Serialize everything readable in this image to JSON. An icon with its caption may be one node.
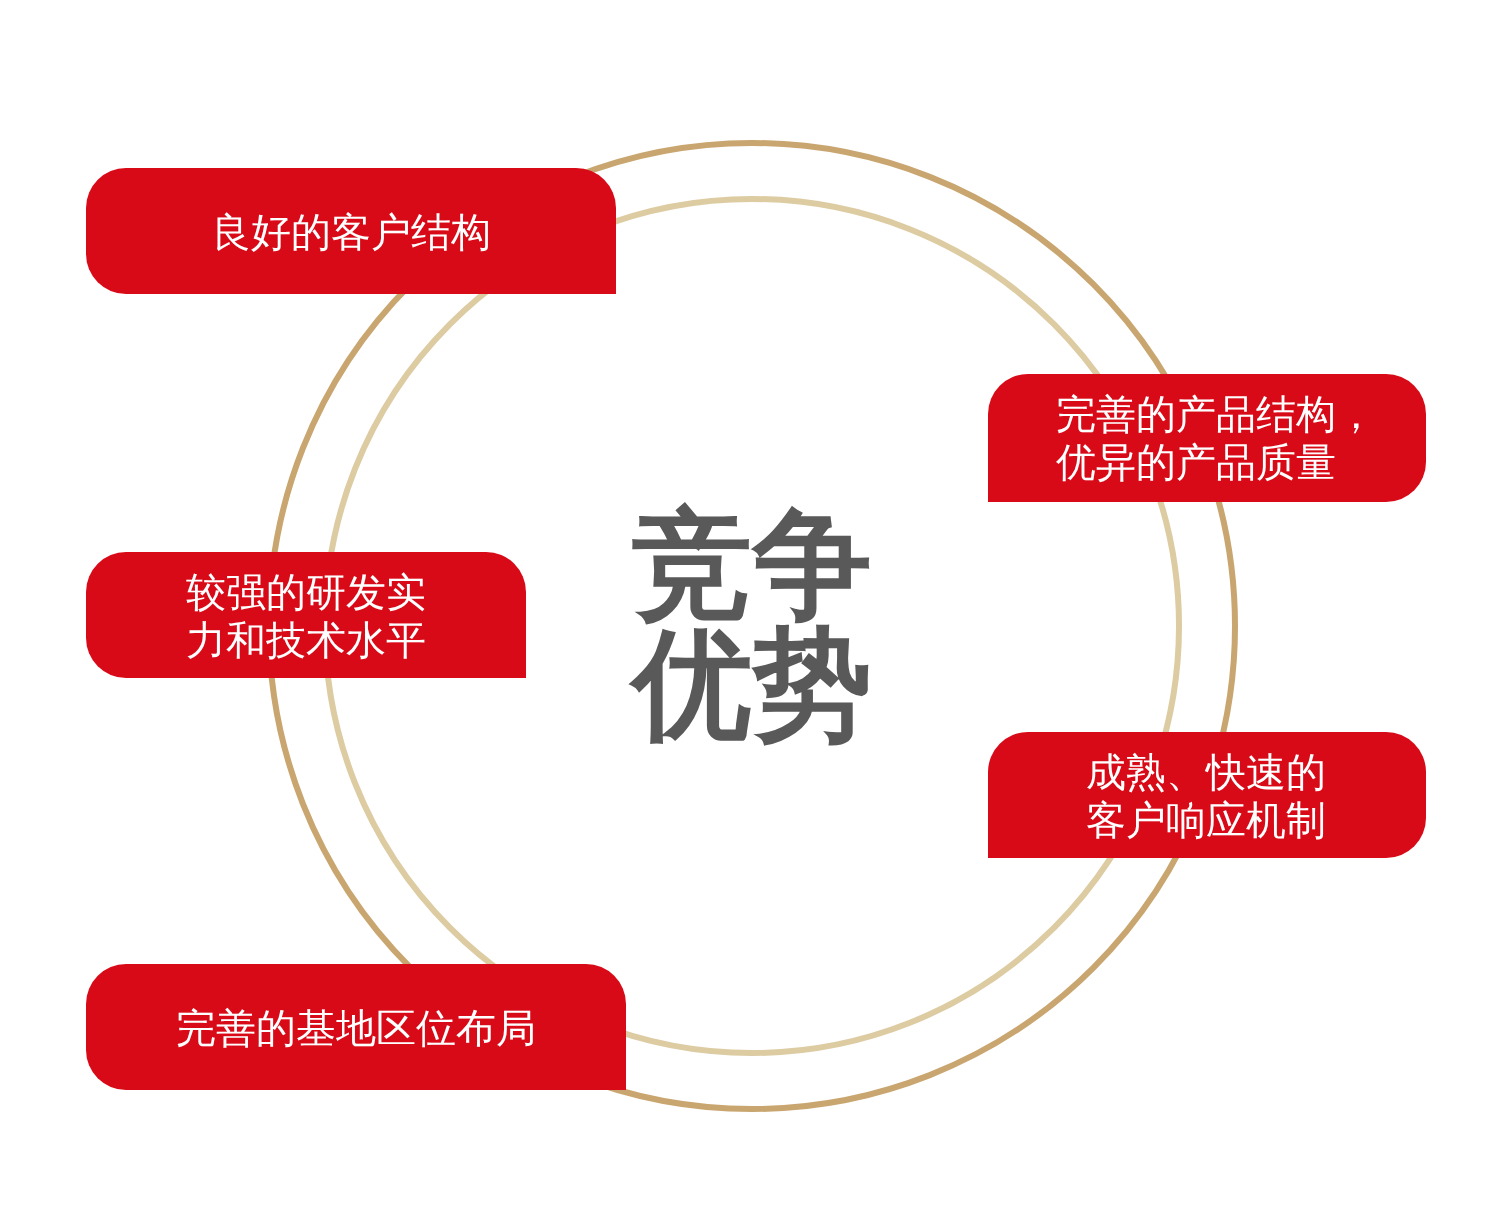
{
  "diagram": {
    "nodes": [
      {
        "text": [
          "竞争优势"
        ]
      },
      {
        "text": [
          "良好的客户结构"
        ]
      },
      {
        "text": [
          "完善的产品结构，优异的产品质量"
        ]
      },
      {
        "text": [
          "较强的研发实力和技术水平"
        ]
      },
      {
        "text": [
          "成熟、快速的客户响应机制"
        ]
      },
      {
        "text": [
          "完善的基地区位布局"
        ]
      }
    ]
  }
}
